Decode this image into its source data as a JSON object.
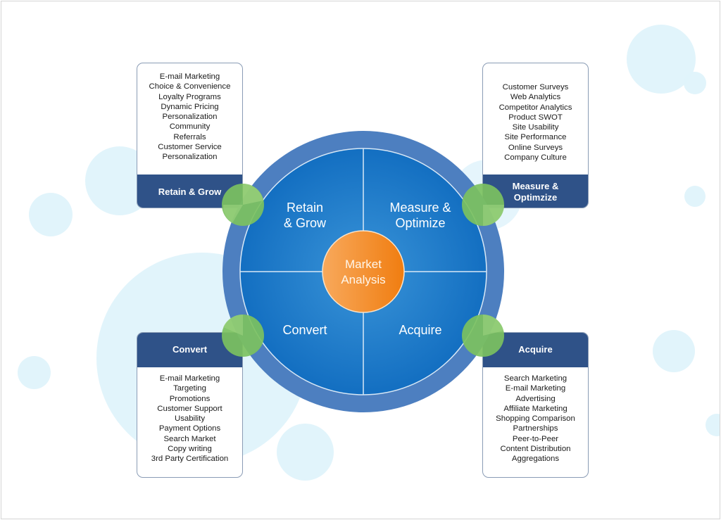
{
  "diagram": {
    "center": {
      "label_line1": "Market",
      "label_line2": "Analysis"
    },
    "quadrants": [
      {
        "id": "retain",
        "line1": "Retain",
        "line2": "& Grow"
      },
      {
        "id": "measure",
        "line1": "Measure &",
        "line2": "Optimize"
      },
      {
        "id": "convert",
        "line1": "Convert",
        "line2": ""
      },
      {
        "id": "acquire",
        "line1": "Acquire",
        "line2": ""
      }
    ],
    "cards": {
      "retain": {
        "title": "Retain & Grow",
        "items": [
          "E-mail Marketing",
          "Choice & Convenience",
          "Loyalty Programs",
          "Dynamic Pricing",
          "Personalization",
          "Community",
          "Referrals",
          "Customer Service",
          "Personalization"
        ]
      },
      "measure": {
        "title_line1": "Measure &",
        "title_line2": "Optimzize",
        "items": [
          "Customer Surveys",
          "Web Analytics",
          "Competitor Analytics",
          "Product SWOT",
          "Site Usability",
          "Site Performance",
          "Online Surveys",
          "Company Culture"
        ]
      },
      "convert": {
        "title": "Convert",
        "items": [
          "E-mail Marketing",
          "Targeting",
          "Promotions",
          "Customer Support",
          "Usability",
          "Payment Options",
          "Search Market",
          "Copy writing",
          "3rd Party Certification"
        ]
      },
      "acquire": {
        "title": "Acquire",
        "items": [
          "Search Marketing",
          "E-mail Marketing",
          "Advertising",
          "Affiliate Marketing",
          "Shopping Comparison",
          "Partnerships",
          "Peer-to-Peer",
          "Content Distribution",
          "Aggregations"
        ]
      }
    },
    "colors": {
      "outer_ring": "#4d7fc0",
      "inner_disc": "#1a74c6",
      "header_bar": "#2f5288",
      "center_disc": "#f28a2a",
      "connector_dot": "#7cc160",
      "bubble": "#dff3fb"
    }
  }
}
